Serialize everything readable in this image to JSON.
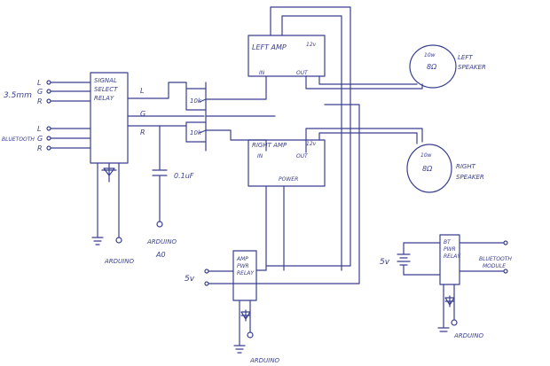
{
  "diagram": {
    "ink_color": "#3a3f8f",
    "paper_color": "#ffffff",
    "signal_relay": {
      "title_lines": [
        "SIGNAL",
        "SELECT",
        "RELAY"
      ]
    },
    "input_35mm": {
      "label": "3.5mm",
      "lines": [
        "L",
        "G",
        "R"
      ]
    },
    "input_bluetooth": {
      "label": "BLUETOOTH",
      "lines": [
        "L",
        "G",
        "R"
      ]
    },
    "relay_outputs": [
      "L",
      "G",
      "R"
    ],
    "pot_top": "10k",
    "pot_bottom": "10k",
    "capacitor": "0.1uF",
    "arduino_a0": [
      "ARDUINO",
      "A0"
    ],
    "arduino_ground_left": "ARDUINO",
    "left_amp": {
      "title": "LEFT AMP",
      "in": "IN",
      "out": "OUT",
      "vcc": "12v"
    },
    "right_amp": {
      "title": "RIGHT AMP",
      "in": "IN",
      "out": "OUT",
      "vcc": "12v",
      "power": "POWER"
    },
    "left_speaker": {
      "watt": "10w",
      "ohm": "8Ω",
      "label": [
        "LEFT",
        "SPEAKER"
      ]
    },
    "right_speaker": {
      "watt": "10w",
      "ohm": "8Ω",
      "label": [
        "RIGHT",
        "SPEAKER"
      ]
    },
    "amp_power_relay": {
      "lines": [
        "AMP",
        "PWR",
        "RELAY"
      ],
      "supply": "5v",
      "arduino": "ARDUINO"
    },
    "bt_power_relay": {
      "lines": [
        "BT",
        "PWR",
        "RELAY"
      ],
      "supply": "5v",
      "arduino": "ARDUINO",
      "target": [
        "BLUETOOTH",
        "MODULE"
      ]
    }
  }
}
